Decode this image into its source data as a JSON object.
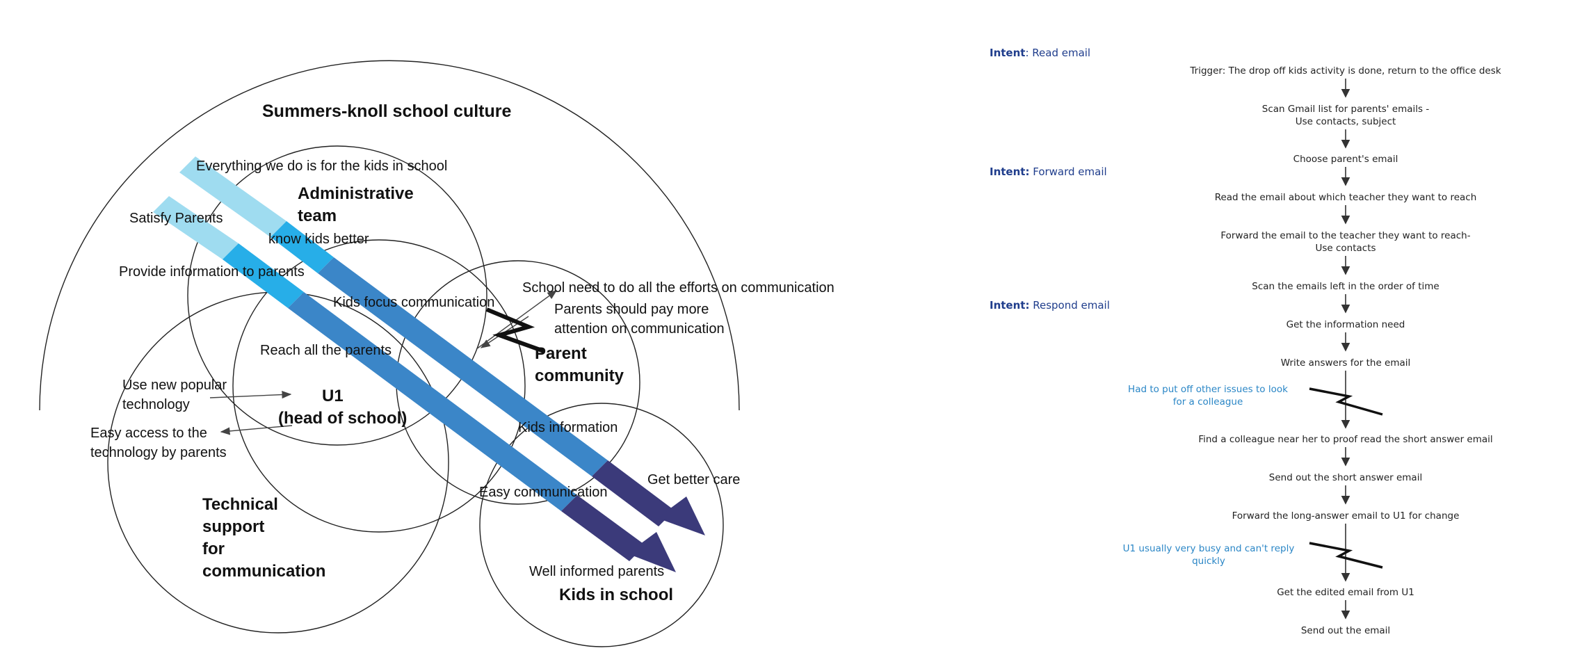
{
  "culture_model": {
    "title": "Summers-knoll school culture",
    "influences": {
      "everything_for_kids": "Everything we do is for the kids in school",
      "satisfy_parents": "Satisfy Parents",
      "know_kids": "know kids better",
      "provide_info": "Provide information to parents",
      "kids_focus": "Kids focus communication",
      "school_efforts": "School need to do all the efforts on communication",
      "parents_pay_line1": "Parents should pay more",
      "parents_pay_line2": "attention on communication",
      "reach_parents": "Reach all the parents",
      "use_tech_line1": "Use new popular",
      "use_tech_line2": "technology",
      "easy_access_line1": "Easy access to the",
      "easy_access_line2": "technology by parents",
      "kids_info": "Kids information",
      "get_better_care": "Get better care",
      "easy_comm": "Easy communication",
      "well_informed": "Well informed parents"
    },
    "groups": {
      "admin_line1": "Administrative",
      "admin_line2": "team",
      "parent_line1": "Parent",
      "parent_line2": "community",
      "u1_line1": "U1",
      "u1_line2": "(head of school)",
      "tech_line1": "Technical",
      "tech_line2": "support",
      "tech_line3": "for",
      "tech_line4": "communication",
      "kids": "Kids in school"
    },
    "colors": {
      "arrow_light": "#9fdcf0",
      "arrow_mid": "#27aee8",
      "arrow_blue": "#3b86c8",
      "arrow_dark": "#3b3a7a",
      "breakdown": "#222222"
    }
  },
  "sequence_model": {
    "intents": [
      {
        "label": "Intent",
        "value": ": Read email"
      },
      {
        "label": "Intent:",
        "value": " Forward email"
      },
      {
        "label": "Intent:",
        "value": " Respond email"
      }
    ],
    "steps": [
      "Trigger: The drop off kids activity is done, return to the office desk",
      "Scan Gmail list for parents' emails -",
      "Use contacts, subject",
      "Choose parent's email",
      "Read the email about which teacher they want to reach",
      "Forward the email to the teacher they want to reach-",
      "Use contacts",
      "Scan the emails left in the order of time",
      "Get the information need",
      "Write answers for the email",
      "Find a  colleague near her to proof read the short answer email",
      "Send out the short answer email",
      "Forward the long-answer email to U1 for change",
      "Get the edited email from U1",
      "Send out the email"
    ],
    "breakdowns": [
      {
        "line1": "Had to put off other issues to look",
        "line2": "for a colleague"
      },
      {
        "line1": "U1 usually very busy and can't reply",
        "line2": "quickly"
      }
    ],
    "colors": {
      "intent": "#1f3d8c",
      "breakdown_note": "#2a86c6"
    }
  }
}
